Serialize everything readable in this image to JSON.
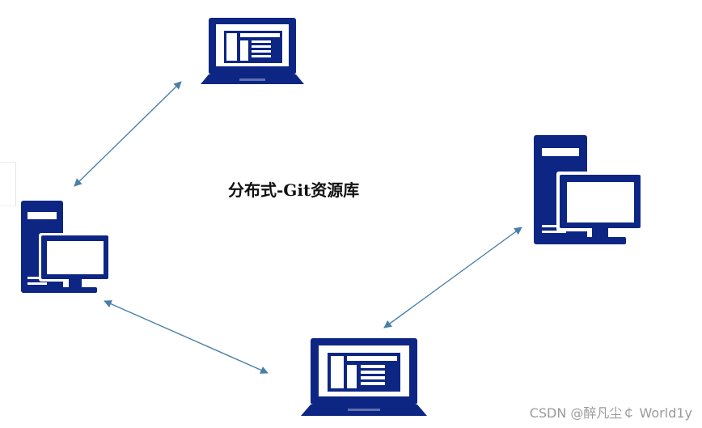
{
  "title": "分布式-Git资源库",
  "watermark": "CSDN @醉凡尘￠ World1y",
  "colors": {
    "device": "#0d2684",
    "screen": "#ffffff",
    "arrow": "#4a7fa8"
  },
  "nodes": [
    {
      "id": "laptop-top",
      "type": "laptop-icon"
    },
    {
      "id": "desktop-left",
      "type": "desktop-computer-icon"
    },
    {
      "id": "desktop-right",
      "type": "desktop-computer-icon"
    },
    {
      "id": "laptop-bottom",
      "type": "laptop-icon"
    }
  ],
  "edges": [
    {
      "from": "laptop-top",
      "to": "desktop-left",
      "direction": "bidirectional"
    },
    {
      "from": "desktop-left",
      "to": "laptop-bottom",
      "direction": "bidirectional"
    },
    {
      "from": "laptop-bottom",
      "to": "desktop-right",
      "direction": "bidirectional"
    }
  ]
}
